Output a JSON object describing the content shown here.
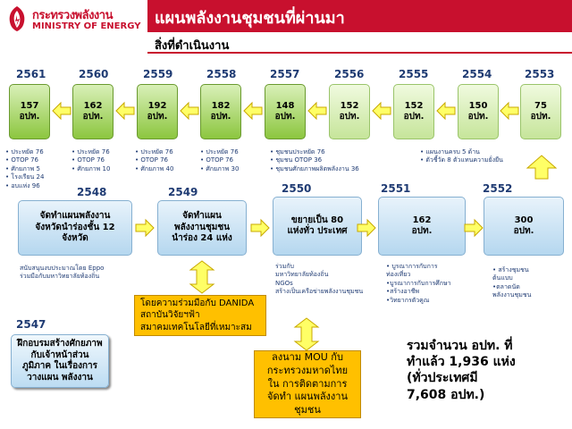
{
  "header": {
    "logo_th": "กระทรวงพลังงาน",
    "logo_en": "MINISTRY OF ENERGY",
    "title": "แผนพลังงานชุมชนที่ผ่านมา",
    "subtitle": "สิ่งที่ดำเนินงาน"
  },
  "top_row": [
    {
      "year": "2561",
      "line1": "157",
      "line2": "อปท.",
      "notes": [
        "• ประหยัด 76",
        "• OTOP 76",
        "• ศักยภาพ 5",
        "• โรงเรียน 24",
        "• อบแห่ง   96"
      ]
    },
    {
      "year": "2560",
      "line1": "162",
      "line2": "อปท.",
      "notes": [
        "• ประหยัด 76",
        "• OTOP 76",
        "• ศักยภาพ 10"
      ]
    },
    {
      "year": "2559",
      "line1": "192",
      "line2": "อปท.",
      "notes": [
        "• ประหยัด 76",
        "• OTOP 76",
        "• ศักยภาพ 40"
      ]
    },
    {
      "year": "2558",
      "line1": "182",
      "line2": "อปท.",
      "notes": [
        "• ประหยัด 76",
        "• OTOP 76",
        "• ศักยภาพ 30"
      ]
    },
    {
      "year": "2557",
      "line1": "148",
      "line2": "อปท.",
      "notes": [
        "• ชุมชนประหยัด 76",
        "• ชุมชน OTOP 36",
        "• ชุมชนศักยภาพผลิตพลังงาน  36"
      ]
    },
    {
      "year": "2556",
      "line1": "152",
      "line2": "อปท.",
      "notes": []
    },
    {
      "year": "2555",
      "line1": "152",
      "line2": "อปท.",
      "notes": [
        "• แผนงานครบ 5 ด้าน",
        "• ตัวชี้วัด 8 ตัวแทนความยั่งยืน"
      ]
    },
    {
      "year": "2554",
      "line1": "150",
      "line2": "อปท.",
      "notes": []
    },
    {
      "year": "2553",
      "line1": "75",
      "line2": "อปท.",
      "notes": []
    }
  ],
  "mid_row": [
    {
      "year": "2548",
      "text": "จัดทำแผนพลังงาน จังหวัดนำร่องชั้น 12 จังหวัด",
      "notes": [
        "สนับสนุนงบประมาณโดย   Eppo",
        "ร่วมมือกับมหาวิทยาลัยท้องถิ่น"
      ]
    },
    {
      "year": "2549",
      "text": "จัดทำแผน พลังงานชุมชน นำร่อง 24 แห่ง",
      "notes": []
    },
    {
      "year": "2550",
      "text": "ขยายเป็น 80 แห่งทั่ว ประเทศ",
      "notes": [
        "ร่วมกับ",
        "มหาวิทยาลัยท้องถิ่น",
        "NGOs",
        "สร้างเป็นเครือข่ายพลังงานชุมชน"
      ]
    },
    {
      "year": "2551",
      "text": "162 อปท.",
      "notes": [
        "• บูรณาการกับการ",
        "ท่องเที่ยว",
        "•บูรณาการกับการศึกษา",
        "•สร้างอาชีพ",
        "•วิทยากรตัวคูณ"
      ]
    },
    {
      "year": "2552",
      "text": "300 อปท.",
      "notes": [
        "• สร้างชุมชน",
        "ต้นแบบ",
        "•ตลาดนัด",
        "พลังงานชุมชน"
      ]
    }
  ],
  "training": {
    "year": "2547",
    "text": "ฝึกอบรมสร้างศักยภาพ กับเจ้าหน้าส่วนภูมิภาค ในเรื่องการวางแผน พลังงาน"
  },
  "danida": {
    "line1": "โดยความร่วมมือกับ DANIDA",
    "line2": "สถาบันวิจัยฯฟ้า",
    "line3": "สมาคมเทคโนโลยีที่เหมาะสม"
  },
  "mou": {
    "text": "ลงนาม MOU กับ กระทรวงมหาดไทยใน การติดตามการจัดทำ แผนพลังงานชุมชน"
  },
  "total": {
    "line1": "รวมจำนวน อปท. ที่",
    "line2": "ทำแล้ว  1,936 แห่ง",
    "line3": "(ทั่วประเทศมี",
    "line4": "7,608 อปท.)"
  },
  "colors": {
    "brand_red": "#c8102e",
    "year_blue": "#1f3b73",
    "arrow_yellow": "#ffff66",
    "orange": "#ffc000"
  }
}
